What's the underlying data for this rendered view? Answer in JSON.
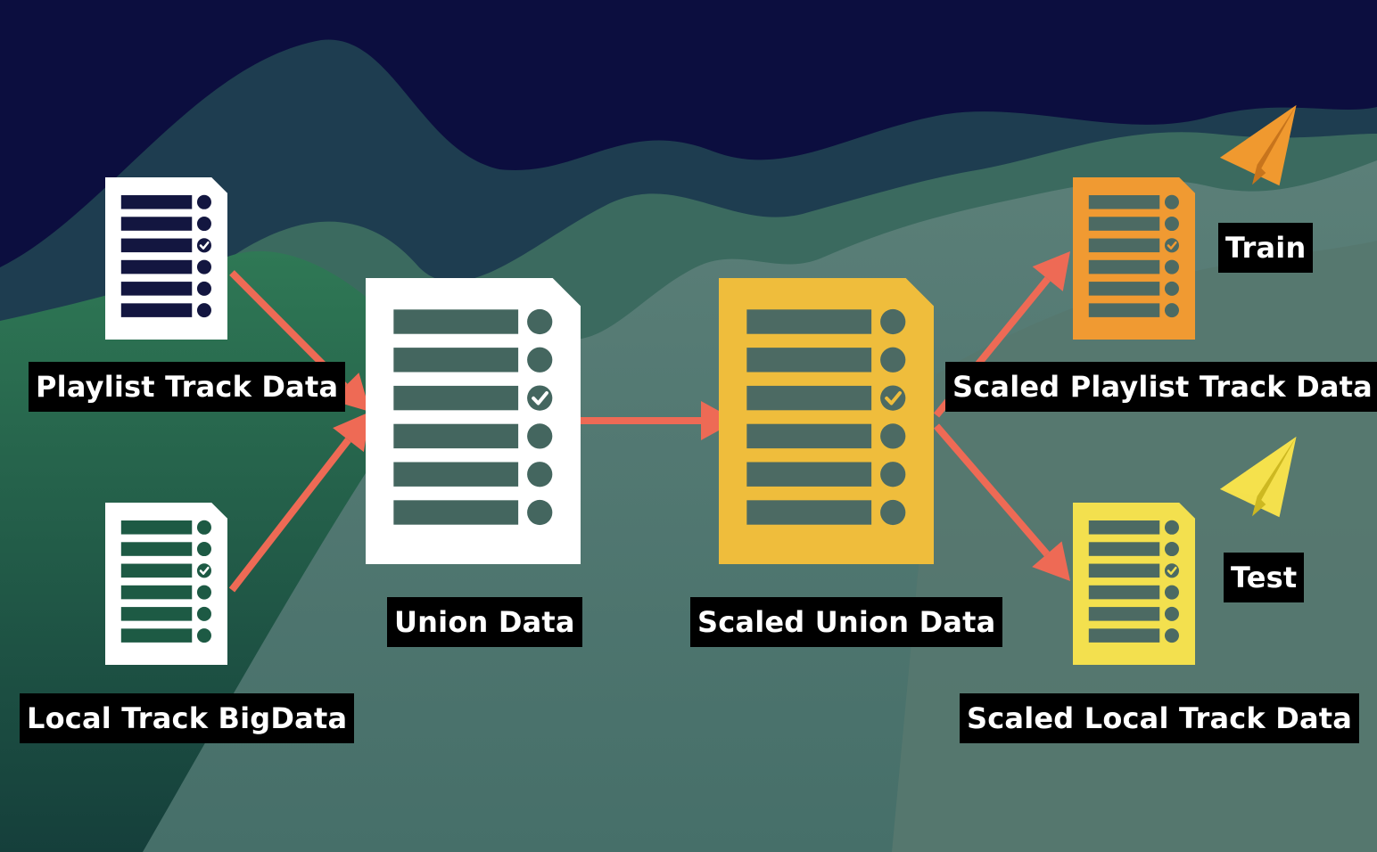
{
  "colors": {
    "sky": "#0c0e3f",
    "arrow": "#ee6a55",
    "white_doc": "#ffffff",
    "union_scaled_doc": "#efbd3c",
    "train_doc": "#f09a32",
    "test_doc": "#f3e04e",
    "label_bg": "#000000"
  },
  "nodes": {
    "playlist": {
      "label": "Playlist Track Data",
      "icon": "document-list-icon"
    },
    "local": {
      "label": "Local Track BigData",
      "icon": "document-list-icon"
    },
    "union": {
      "label": "Union Data",
      "icon": "document-list-icon"
    },
    "scaled_union": {
      "label": "Scaled Union Data",
      "icon": "document-list-icon"
    },
    "scaled_playlist": {
      "label": "Scaled Playlist Track Data",
      "icon": "document-list-icon"
    },
    "scaled_local": {
      "label": "Scaled Local Track Data",
      "icon": "document-list-icon"
    }
  },
  "tags": {
    "train": {
      "label": "Train",
      "icon": "paper-plane-icon"
    },
    "test": {
      "label": "Test",
      "icon": "paper-plane-icon"
    }
  },
  "edges": [
    {
      "from": "playlist",
      "to": "union"
    },
    {
      "from": "local",
      "to": "union"
    },
    {
      "from": "union",
      "to": "scaled_union"
    },
    {
      "from": "scaled_union",
      "to": "scaled_playlist"
    },
    {
      "from": "scaled_union",
      "to": "scaled_local"
    }
  ]
}
